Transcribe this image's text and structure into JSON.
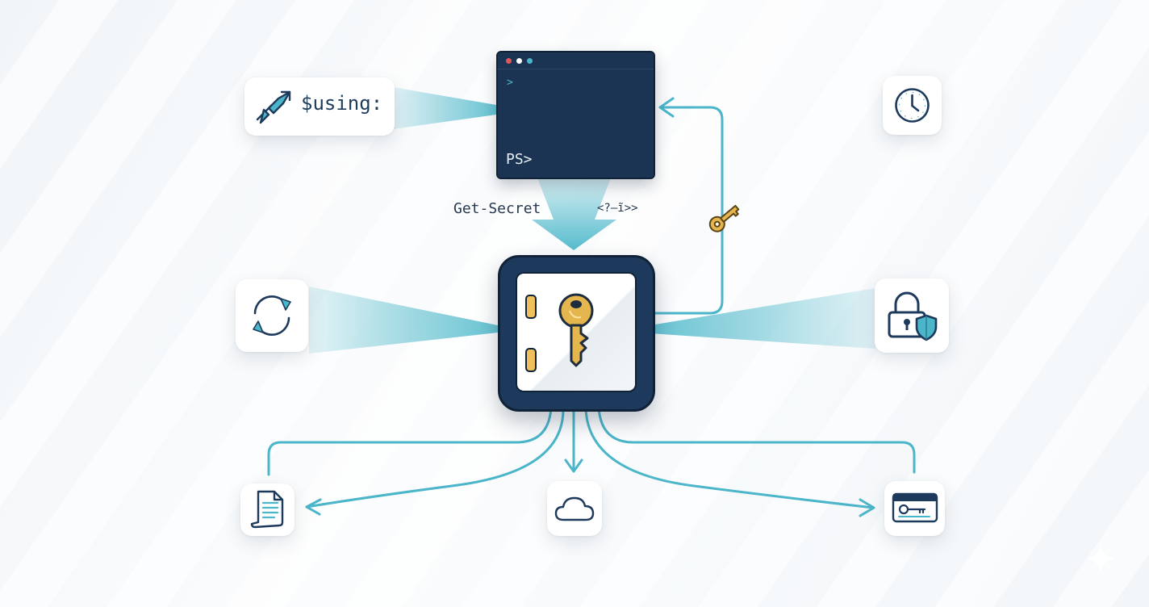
{
  "labels": {
    "using": "$using:",
    "prompt": "PS>",
    "terminal_caret": ">",
    "get_secret": "Get-Secret",
    "code_tag": "<?–ĩ>>"
  },
  "icons": [
    "rocket-arrow-icon",
    "clock-icon",
    "sync-icon",
    "lock-shield-icon",
    "key-icon",
    "document-icon",
    "cloud-icon",
    "key-card-icon",
    "vault-icon",
    "terminal-icon"
  ],
  "colors": {
    "navy": "#1d3a5c",
    "teal": "#4bb5c9",
    "gold": "#e5b54e",
    "text": "#27394f"
  }
}
